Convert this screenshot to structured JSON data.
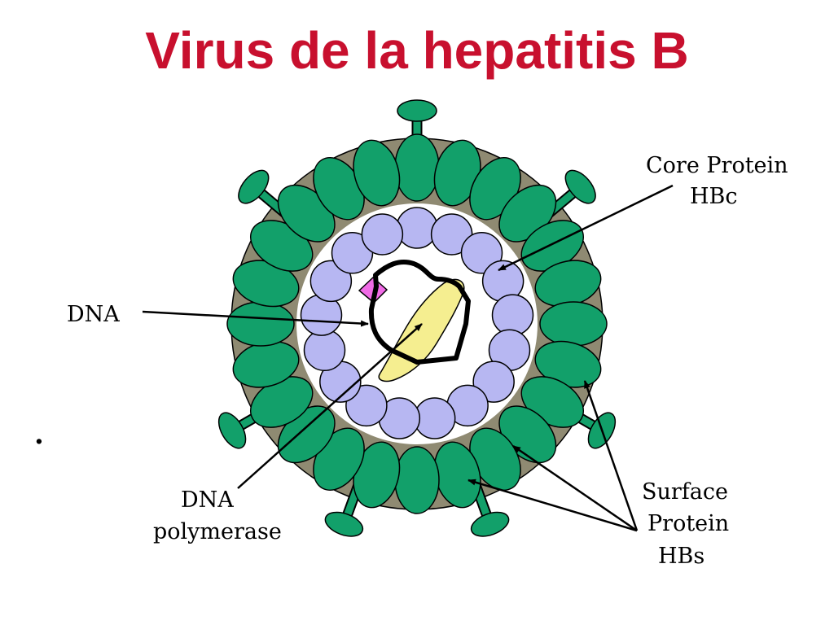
{
  "title": "Virus de la hepatitis B",
  "labels": {
    "core_line1": "Core Protein",
    "core_line2": "HBc",
    "dna": "DNA",
    "polymerase_line1": "DNA",
    "polymerase_line2": "polymerase",
    "surface_line1": "Surface",
    "surface_line2": "Protein",
    "surface_line3": "HBs",
    "dot": "."
  },
  "colors": {
    "title": "#c8102e",
    "surface_protein": "#12a06a",
    "envelope": "#8f8a72",
    "core_protein": "#b7b7f2",
    "dna": "#000000",
    "polymerase": "#f5ee90",
    "marker": "#f06be6"
  }
}
